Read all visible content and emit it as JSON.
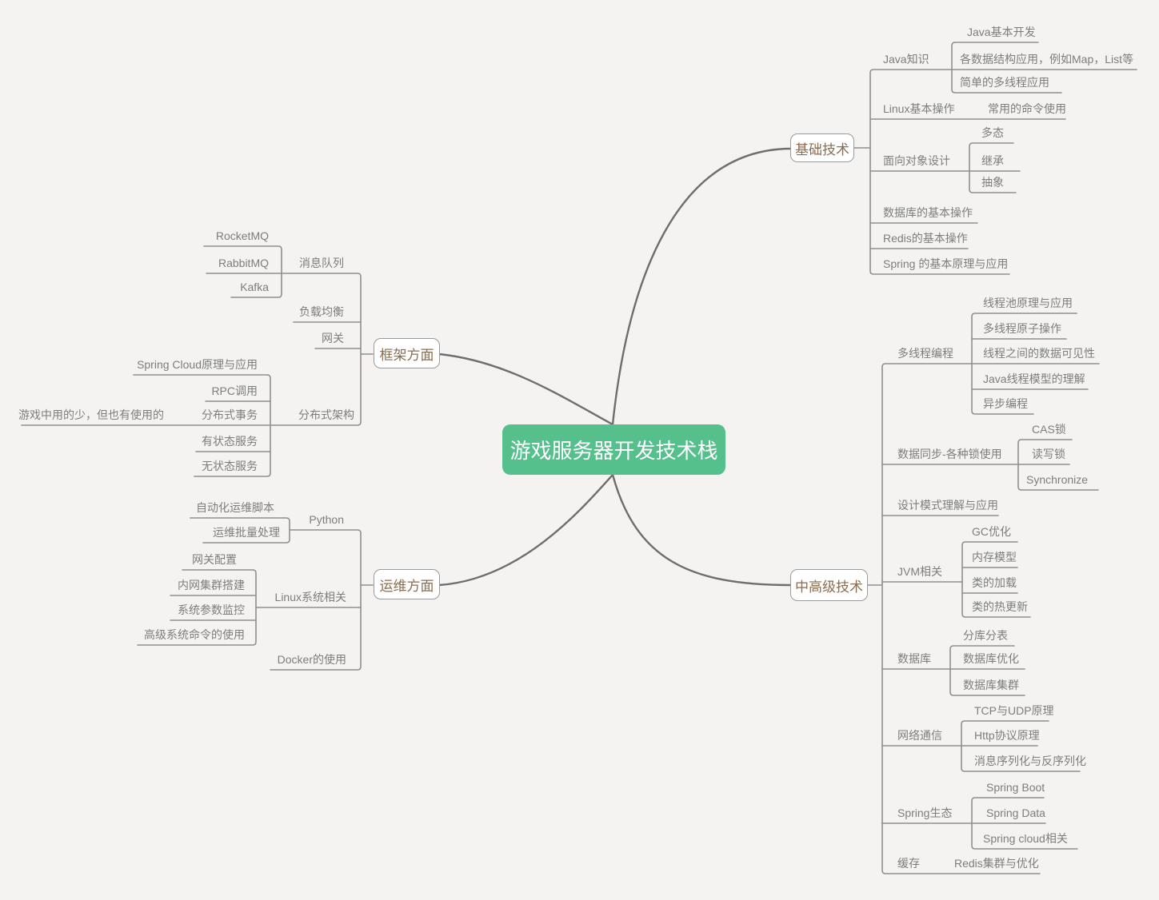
{
  "map": {
    "root": "游戏服务器开发技术栈",
    "branches": [
      {
        "label": "基础技术",
        "topics": [
          {
            "label": "Java知识",
            "children": [
              {
                "label": "Java基本开发"
              },
              {
                "label": "各数据结构应用，例如Map，List等"
              },
              {
                "label": "简单的多线程应用"
              }
            ]
          },
          {
            "label": "Linux基本操作",
            "children": [
              {
                "label": "常用的命令使用"
              }
            ]
          },
          {
            "label": "面向对象设计",
            "children": [
              {
                "label": "多态"
              },
              {
                "label": "继承"
              },
              {
                "label": "抽象"
              }
            ]
          },
          {
            "label": "数据库的基本操作"
          },
          {
            "label": "Redis的基本操作"
          },
          {
            "label": "Spring 的基本原理与应用"
          }
        ]
      },
      {
        "label": "中高级技术",
        "topics": [
          {
            "label": "多线程编程",
            "children": [
              {
                "label": "线程池原理与应用"
              },
              {
                "label": "多线程原子操作"
              },
              {
                "label": "线程之间的数据可见性"
              },
              {
                "label": "Java线程模型的理解"
              },
              {
                "label": "异步编程"
              }
            ]
          },
          {
            "label": "数据同步-各种锁使用",
            "children": [
              {
                "label": "CAS锁"
              },
              {
                "label": "读写锁"
              },
              {
                "label": "Synchronize"
              }
            ]
          },
          {
            "label": "设计模式理解与应用"
          },
          {
            "label": "JVM相关",
            "children": [
              {
                "label": "GC优化"
              },
              {
                "label": "内存模型"
              },
              {
                "label": "类的加载"
              },
              {
                "label": "类的热更新"
              }
            ]
          },
          {
            "label": "数据库",
            "children": [
              {
                "label": "分库分表"
              },
              {
                "label": "数据库优化"
              },
              {
                "label": "数据库集群"
              }
            ]
          },
          {
            "label": "网络通信",
            "children": [
              {
                "label": "TCP与UDP原理"
              },
              {
                "label": "Http协议原理"
              },
              {
                "label": "消息序列化与反序列化"
              }
            ]
          },
          {
            "label": "Spring生态",
            "children": [
              {
                "label": "Spring Boot"
              },
              {
                "label": "Spring Data"
              },
              {
                "label": "Spring cloud相关"
              }
            ]
          },
          {
            "label": "缓存",
            "children": [
              {
                "label": "Redis集群与优化"
              }
            ]
          }
        ]
      },
      {
        "label": "框架方面",
        "topics": [
          {
            "label": "消息队列",
            "children": [
              {
                "label": "RocketMQ"
              },
              {
                "label": "RabbitMQ"
              },
              {
                "label": "Kafka"
              }
            ]
          },
          {
            "label": "负载均衡"
          },
          {
            "label": "网关"
          },
          {
            "label": "分布式架构",
            "children": [
              {
                "label": "Spring Cloud原理与应用"
              },
              {
                "label": "RPC调用"
              },
              {
                "label": "分布式事务",
                "children": [
                  {
                    "label": "游戏中用的少，但也有使用的"
                  }
                ]
              },
              {
                "label": "有状态服务"
              },
              {
                "label": "无状态服务"
              }
            ]
          }
        ]
      },
      {
        "label": "运维方面",
        "topics": [
          {
            "label": "Python",
            "children": [
              {
                "label": "自动化运维脚本"
              },
              {
                "label": "运维批量处理"
              }
            ]
          },
          {
            "label": "Linux系统相关",
            "children": [
              {
                "label": "网关配置"
              },
              {
                "label": "内网集群搭建"
              },
              {
                "label": "系统参数监控"
              },
              {
                "label": "高级系统命令的使用"
              }
            ]
          },
          {
            "label": "Docker的使用"
          }
        ]
      }
    ]
  },
  "colors": {
    "background": "#f4f3f1",
    "root_fill": "#56c08d",
    "root_text": "#ffffff",
    "branch_text": "#8a6d52",
    "label_text": "#7d7d7d",
    "line": "#8f8f8f"
  }
}
